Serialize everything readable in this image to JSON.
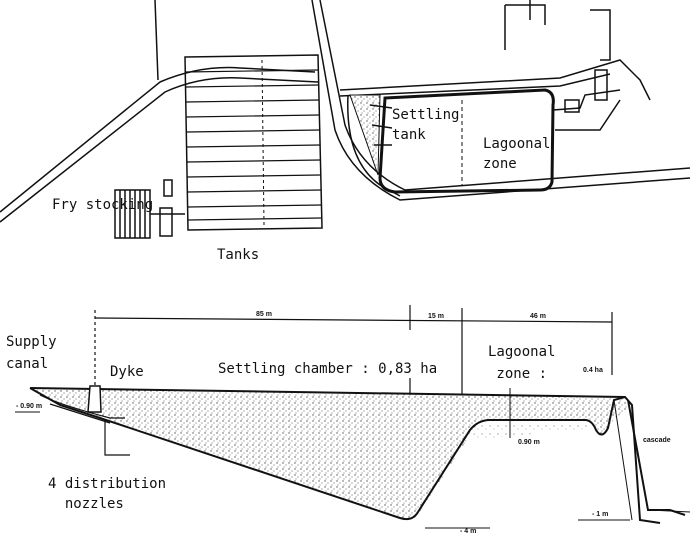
{
  "plan_view": {
    "labels": {
      "fry_stocking": "Fry stocking",
      "tanks": "Tanks",
      "settling_tank": "Settling\ntank",
      "lagoonal_zone": "Lagoonal\nzone"
    }
  },
  "section_view": {
    "labels": {
      "supply_canal": "Supply\ncanal",
      "dyke": "Dyke",
      "settling_chamber": "Settling chamber : 0,83 ha",
      "lagoonal_zone": "Lagoonal\n zone :",
      "lagoonal_area": "0.4 ha",
      "nozzles": "4 distribution\n  nozzles",
      "cascade": "cascade"
    },
    "dimensions": {
      "settling_length": "85 m",
      "slope_length": "15 m",
      "lagoon_length": "46 m"
    },
    "levels": {
      "canal_level": "- 0.90 m",
      "lagoon_depth": "0.90 m",
      "settling_bottom": "- 4 m",
      "outlet_level": "- 1 m"
    }
  },
  "colors": {
    "ink": "#111111",
    "stipple": "#9a9a9a",
    "paper": "#ffffff"
  }
}
